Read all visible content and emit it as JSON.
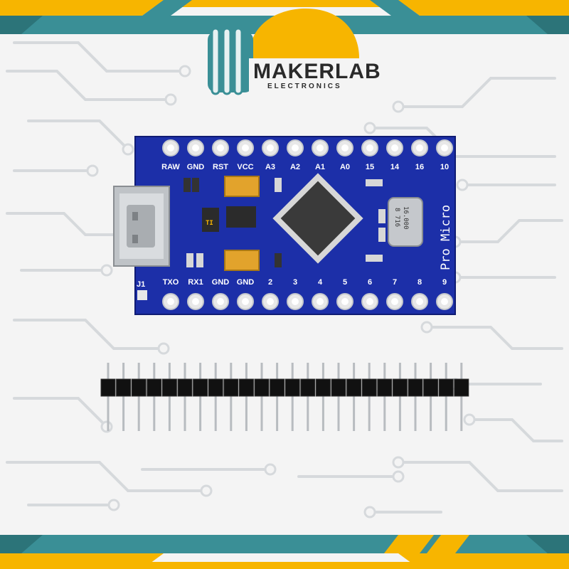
{
  "logo": {
    "name": "MAKERLAB",
    "subtitle": "ELECTRONICS",
    "colors": {
      "bulb": "#f7b500",
      "bulb_base": "#3a8f96",
      "text": "#2a2a2a"
    }
  },
  "board": {
    "product_label": "Pro Micro",
    "top_pins": [
      "RAW",
      "GND",
      "RST",
      "VCC",
      "A3",
      "A2",
      "A1",
      "A0",
      "15",
      "14",
      "16",
      "10"
    ],
    "bottom_pins": [
      "TXO",
      "RX1",
      "GND",
      "GND",
      "2",
      "3",
      "4",
      "5",
      "6",
      "7",
      "8",
      "9"
    ],
    "connector_label": "J1",
    "crystal_text": "16.000",
    "crystal_code": "8 716",
    "regulator_mark": "TI",
    "colors": {
      "pcb": "#1c2fa8",
      "pad": "#e8e8e8",
      "chip": "#3a3a3a",
      "capacitor": "#e2a32c"
    }
  },
  "header_strip": {
    "pin_count": 24
  },
  "decor": {
    "teal": "#3a8f96",
    "orange": "#f7b500",
    "trace": "#d6d9dc"
  }
}
